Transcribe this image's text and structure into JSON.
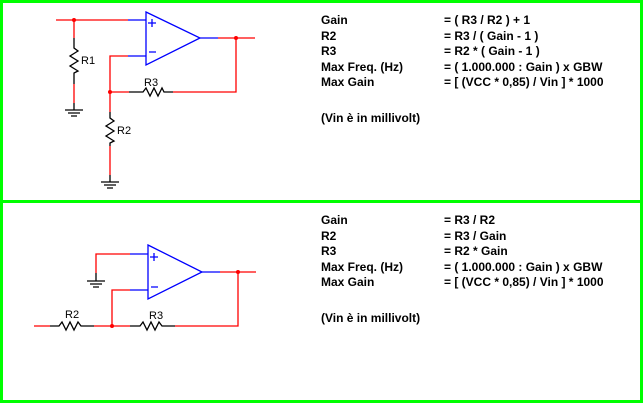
{
  "colors": {
    "border": "#00ff00",
    "wire": "#ff0000",
    "opamp": "#0000ff",
    "component": "#000000"
  },
  "panels": [
    {
      "title": "non-inverting",
      "labels": {
        "r1": "R1",
        "r2": "R2",
        "r3": "R3",
        "plus": "+",
        "minus": "−"
      },
      "formulas": [
        {
          "name": "Gain",
          "expr": "= ( R3 / R2 ) + 1"
        },
        {
          "name": "R2",
          "expr": "= R3 / ( Gain - 1 )"
        },
        {
          "name": "R3",
          "expr": "= R2 * ( Gain - 1 )"
        },
        {
          "name": "Max Freq. (Hz)",
          "expr": "= ( 1.000.000 : Gain ) x GBW"
        },
        {
          "name": "Max Gain",
          "expr": "= [ (VCC  *  0,85) / Vin ] * 1000"
        }
      ],
      "note": "(Vin è in millivolt)"
    },
    {
      "title": "inverting",
      "labels": {
        "r2": "R2",
        "r3": "R3",
        "plus": "+",
        "minus": "−"
      },
      "formulas": [
        {
          "name": "Gain",
          "expr": "= R3 / R2"
        },
        {
          "name": "R2",
          "expr": "= R3 / Gain"
        },
        {
          "name": "R3",
          "expr": "= R2 * Gain"
        },
        {
          "name": "Max Freq. (Hz)",
          "expr": "= ( 1.000.000 : Gain ) x GBW"
        },
        {
          "name": "Max Gain",
          "expr": "= [ (VCC  *  0,85) / Vin ] * 1000"
        }
      ],
      "note": "(Vin è in millivolt)"
    }
  ]
}
